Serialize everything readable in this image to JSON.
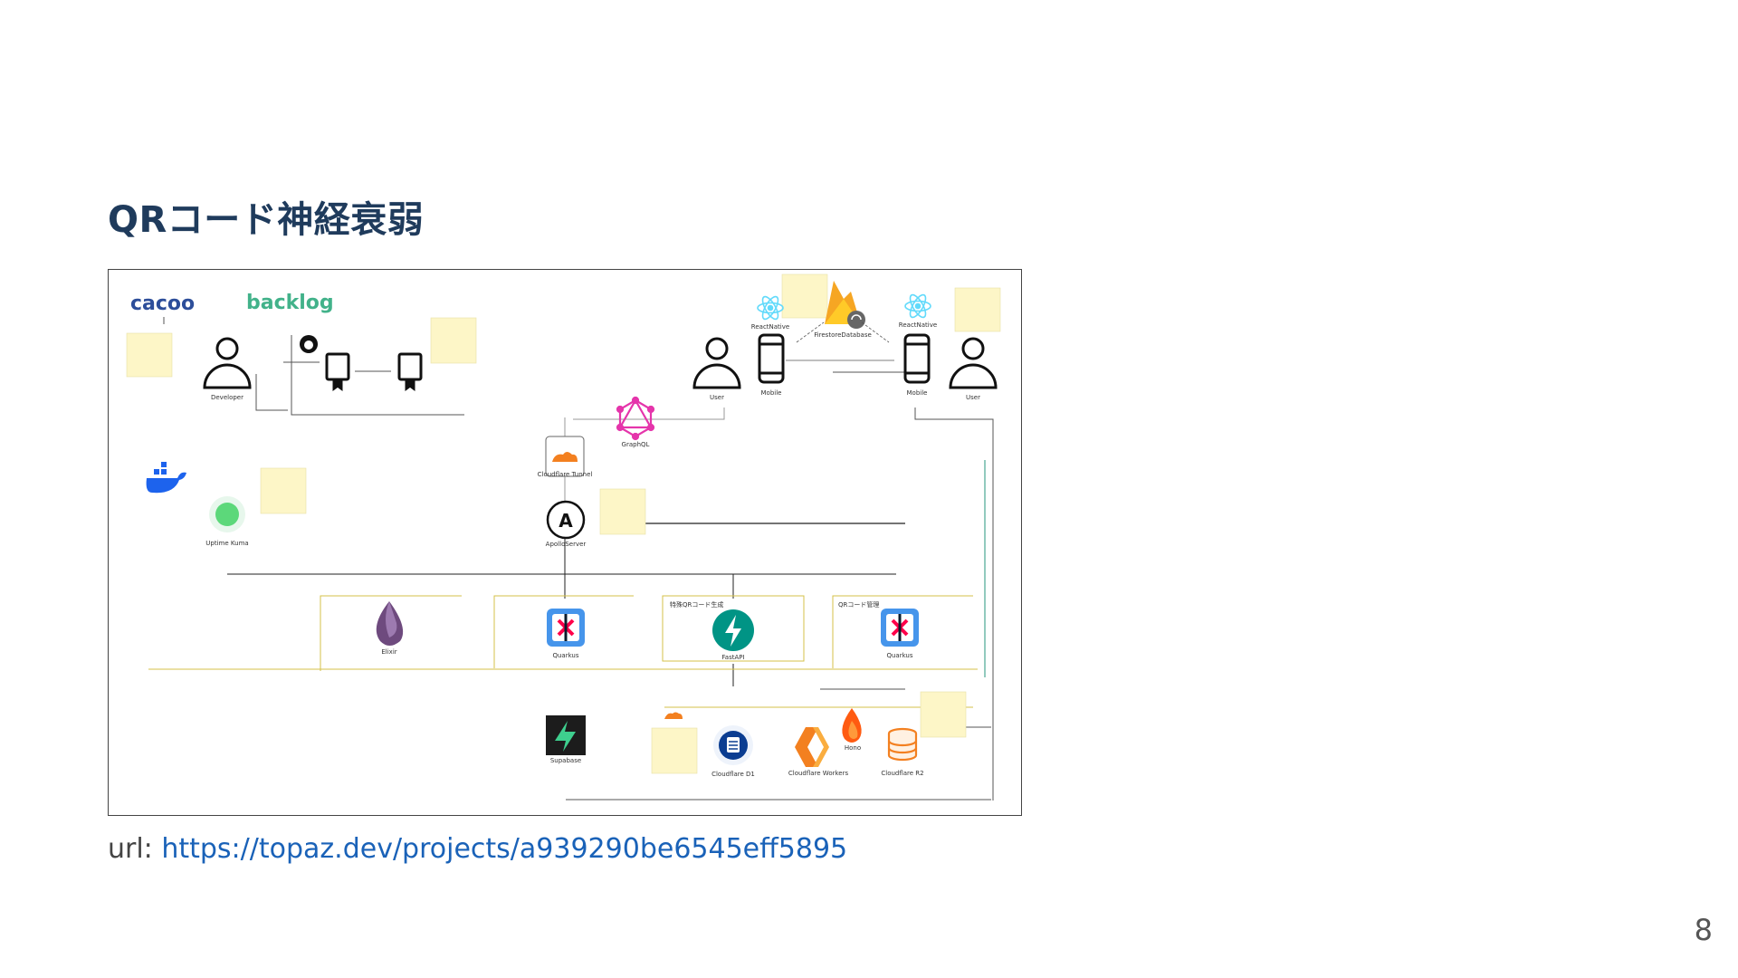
{
  "slide": {
    "title": "QRコード神経衰弱",
    "url_prefix": "url: ",
    "url": "https://topaz.dev/projects/a939290be6545eff5895",
    "page_number": "8"
  },
  "diagram": {
    "logos": {
      "cacoo": "cacoo",
      "backlog": "backlog"
    },
    "labels": {
      "developer": "Developer",
      "user_left": "User",
      "mobile_left": "Mobile",
      "mobile_right": "Mobile",
      "user_right": "User",
      "react_native_left": "ReactNative",
      "react_native_right": "ReactNative",
      "firestore": "FirestoreDatabase",
      "graphql": "GraphQL",
      "cloudflare_tunnel": "Cloudflare Tunnel",
      "apollo": "ApolloServer",
      "uptime_kuma": "Uptime Kuma",
      "elixir": "Elixir",
      "quarkus_left": "Quarkus",
      "fastapi": "FastAPI",
      "quarkus_right": "Quarkus",
      "supabase": "Supabase",
      "d1": "Cloudflare D1",
      "workers": "Cloudflare Workers",
      "hono": "Hono",
      "r2": "Cloudflare R2",
      "section_fastapi": "特殊QRコード生成",
      "section_quarkus_right": "QRコード管理"
    }
  },
  "colors": {
    "title": "#1f3b5c",
    "link": "#1a62b8",
    "cacoo": "#2d4e9a",
    "backlog": "#42b28a",
    "graphql": "#e535ab",
    "react": "#61dafb",
    "firebase": "#f6a623",
    "fastapi": "#009485",
    "quarkus": "#4695eb",
    "supabase": "#3ecf8e",
    "cloudflare": "#f38020",
    "elixir": "#6e4a7e",
    "docker": "#1d63ed"
  }
}
